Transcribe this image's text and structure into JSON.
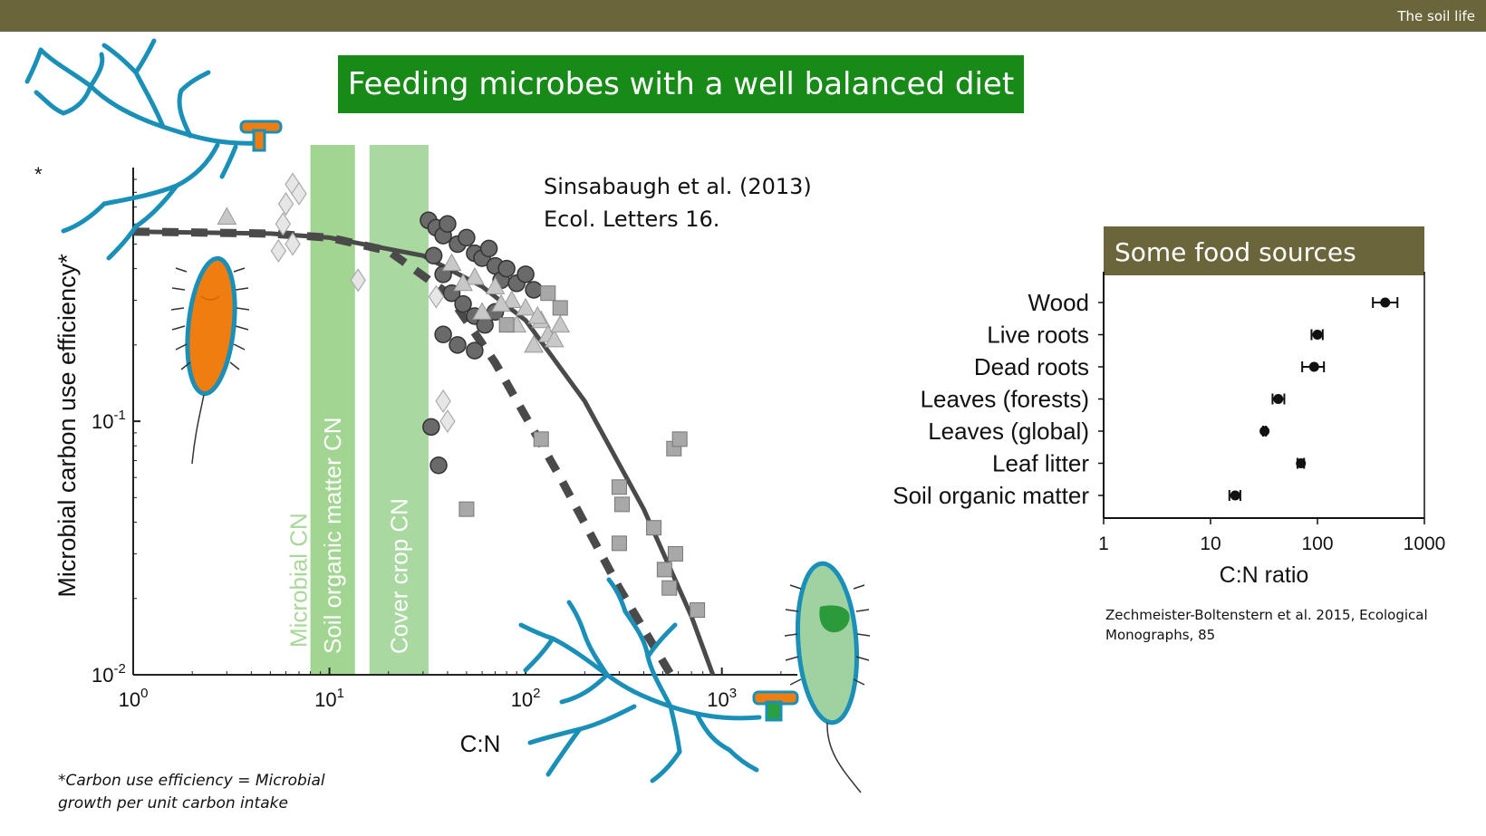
{
  "header": {
    "section_label": "The soil life"
  },
  "slide_title": "Feeding microbes with a well balanced diet",
  "citation_left": {
    "line1": "Sinsabaugh et al. (2013)",
    "line2": "Ecol. Letters 16."
  },
  "citation_right": {
    "line1": "Zechmeister-Boltenstern et al. 2015, Ecological",
    "line2": "Monographs, 85"
  },
  "footnote": {
    "line1": "*Carbon use efficiency = Microbial",
    "line2": "growth per unit carbon intake"
  },
  "colors": {
    "header_bar": "#6b653b",
    "title_bg": "#178a17",
    "band": "#9fd58f",
    "band_text_microbial": "#a8d898",
    "organism_blue": "#1a8fb8",
    "bacterium_orange": "#f07d10",
    "bacterium_green": "#9fd2a0",
    "legend_header": "#6b653b"
  },
  "chart_data": [
    {
      "type": "scatter",
      "xscale": "log",
      "yscale": "log",
      "xlabel": "C:N",
      "ylabel": "Microbial carbon use efficiency*",
      "xlim": [
        1,
        3000
      ],
      "ylim": [
        0.01,
        0.9
      ],
      "x_ticks": [
        "10^0",
        "10^1",
        "10^2",
        "10^3"
      ],
      "x_tick_values": [
        1,
        10,
        100,
        1000
      ],
      "y_ticks": [
        "10^-1",
        "10^-2"
      ],
      "y_tick_values": [
        0.1,
        0.01
      ],
      "star_label": "*",
      "bands": [
        {
          "label": "Microbial CN",
          "x_range": [
            8,
            13.5
          ],
          "text_color": "#a8d898"
        },
        {
          "label": "Soil organic matter CN",
          "x_range": [
            8,
            13.5
          ]
        },
        {
          "label": "Cover crop CN",
          "x_range": [
            16,
            32
          ]
        }
      ],
      "lines": [
        {
          "style": "solid",
          "points": [
            [
              1,
              0.56
            ],
            [
              5,
              0.55
            ],
            [
              10,
              0.53
            ],
            [
              30,
              0.45
            ],
            [
              60,
              0.34
            ],
            [
              100,
              0.25
            ],
            [
              200,
              0.12
            ],
            [
              400,
              0.045
            ],
            [
              700,
              0.017
            ],
            [
              900,
              0.01
            ]
          ]
        },
        {
          "style": "dashed",
          "points": [
            [
              1,
              0.56
            ],
            [
              5,
              0.55
            ],
            [
              10,
              0.53
            ],
            [
              20,
              0.47
            ],
            [
              40,
              0.32
            ],
            [
              70,
              0.17
            ],
            [
              150,
              0.06
            ],
            [
              300,
              0.022
            ],
            [
              550,
              0.01
            ]
          ]
        }
      ],
      "series": [
        {
          "marker": "circle",
          "points": [
            [
              32,
              0.62
            ],
            [
              35,
              0.58
            ],
            [
              38,
              0.54
            ],
            [
              40,
              0.6
            ],
            [
              45,
              0.5
            ],
            [
              50,
              0.53
            ],
            [
              55,
              0.46
            ],
            [
              60,
              0.44
            ],
            [
              65,
              0.48
            ],
            [
              70,
              0.41
            ],
            [
              75,
              0.36
            ],
            [
              80,
              0.4
            ],
            [
              90,
              0.35
            ],
            [
              100,
              0.38
            ],
            [
              110,
              0.33
            ],
            [
              34,
              0.45
            ],
            [
              38,
              0.38
            ],
            [
              42,
              0.32
            ],
            [
              48,
              0.29
            ],
            [
              55,
              0.26
            ],
            [
              62,
              0.24
            ],
            [
              70,
              0.27
            ],
            [
              38,
              0.22
            ],
            [
              45,
              0.2
            ],
            [
              55,
              0.19
            ],
            [
              33,
              0.095
            ],
            [
              36,
              0.067
            ]
          ]
        },
        {
          "marker": "triangle",
          "points": [
            [
              3,
              0.64
            ],
            [
              42,
              0.42
            ],
            [
              55,
              0.37
            ],
            [
              70,
              0.34
            ],
            [
              85,
              0.3
            ],
            [
              100,
              0.28
            ],
            [
              120,
              0.25
            ],
            [
              130,
              0.22
            ],
            [
              110,
              0.2
            ],
            [
              90,
              0.24
            ],
            [
              75,
              0.29
            ],
            [
              60,
              0.27
            ],
            [
              48,
              0.35
            ],
            [
              140,
              0.21
            ],
            [
              150,
              0.24
            ],
            [
              115,
              0.26
            ]
          ]
        },
        {
          "marker": "diamond",
          "points": [
            [
              6.5,
              0.86
            ],
            [
              7,
              0.79
            ],
            [
              6,
              0.72
            ],
            [
              5.8,
              0.6
            ],
            [
              6.5,
              0.5
            ],
            [
              5.5,
              0.47
            ],
            [
              14,
              0.36
            ],
            [
              35,
              0.31
            ],
            [
              38,
              0.12
            ],
            [
              40,
              0.1
            ]
          ]
        },
        {
          "marker": "square",
          "points": [
            [
              130,
              0.32
            ],
            [
              150,
              0.28
            ],
            [
              80,
              0.24
            ],
            [
              120,
              0.085
            ],
            [
              300,
              0.055
            ],
            [
              310,
              0.047
            ],
            [
              450,
              0.038
            ],
            [
              570,
              0.078
            ],
            [
              610,
              0.085
            ],
            [
              50,
              0.045
            ],
            [
              300,
              0.033
            ],
            [
              580,
              0.03
            ],
            [
              510,
              0.026
            ],
            [
              540,
              0.022
            ],
            [
              750,
              0.018
            ]
          ]
        }
      ]
    },
    {
      "type": "errorbar",
      "legend_title": "Some food sources",
      "xscale": "log",
      "xlabel": "C:N ratio",
      "xlim": [
        1,
        1000
      ],
      "x_ticks": [
        "1",
        "10",
        "100",
        "1000"
      ],
      "categories": [
        "Wood",
        "Live roots",
        "Dead roots",
        "Leaves (forests)",
        "Leaves (global)",
        "Leaf litter",
        "Soil organic matter"
      ],
      "values": [
        430,
        100,
        93,
        43,
        32,
        70,
        17
      ],
      "error_low": [
        330,
        88,
        72,
        38,
        31,
        65,
        15
      ],
      "error_high": [
        560,
        112,
        115,
        49,
        33,
        75,
        19
      ]
    }
  ]
}
